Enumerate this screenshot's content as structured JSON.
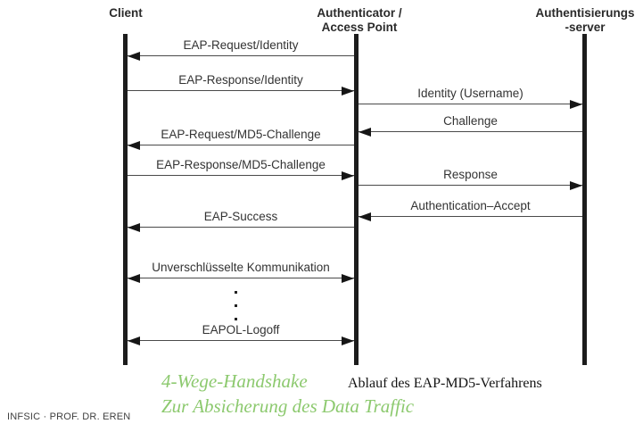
{
  "diagram": {
    "title_hint": "EAP-MD5 sequence diagram",
    "actors": [
      {
        "line1": "Client",
        "line2": ""
      },
      {
        "line1": "Authenticator /",
        "line2": "Access Point"
      },
      {
        "line1": "Authentisierungs",
        "line2": "-server"
      }
    ],
    "messages": [
      {
        "label": "EAP-Request/Identity",
        "from": "Authenticator / Access Point",
        "to": "Client",
        "arrow": "left"
      },
      {
        "label": "EAP-Response/Identity",
        "from": "Client",
        "to": "Authenticator / Access Point",
        "arrow": "right"
      },
      {
        "label": "Identity (Username)",
        "from": "Authenticator / Access Point",
        "to": "Authentisierungsserver",
        "arrow": "right"
      },
      {
        "label": "Challenge",
        "from": "Authentisierungsserver",
        "to": "Authenticator / Access Point",
        "arrow": "left"
      },
      {
        "label": "EAP-Request/MD5-Challenge",
        "from": "Authenticator / Access Point",
        "to": "Client",
        "arrow": "left"
      },
      {
        "label": "EAP-Response/MD5-Challenge",
        "from": "Client",
        "to": "Authenticator / Access Point",
        "arrow": "right"
      },
      {
        "label": "Response",
        "from": "Authenticator / Access Point",
        "to": "Authentisierungsserver",
        "arrow": "right"
      },
      {
        "label": "Authentication–Accept",
        "from": "Authentisierungsserver",
        "to": "Authenticator / Access Point",
        "arrow": "left"
      },
      {
        "label": "EAP-Success",
        "from": "Authenticator / Access Point",
        "to": "Client",
        "arrow": "left"
      },
      {
        "label": "Unverschlüsselte Kommunikation",
        "from": "Client",
        "to": "Authenticator / Access Point",
        "arrow": "both"
      },
      {
        "label": "EAPOL-Logoff",
        "from": "Client",
        "to": "Authenticator / Access Point",
        "arrow": "both"
      }
    ]
  },
  "captions": {
    "handshake_line1": "4-Wege-Handshake",
    "handshake_line2": "Zur Absicherung des Data Traffic",
    "figure_caption": "Ablauf des EAP-MD5-Verfahrens",
    "footer": "INFSIC · PROF. DR. EREN"
  },
  "colors": {
    "accent_green": "#8cc96e",
    "line_color": "#4a4a4a",
    "lifeline_color": "#1c1c1c"
  }
}
